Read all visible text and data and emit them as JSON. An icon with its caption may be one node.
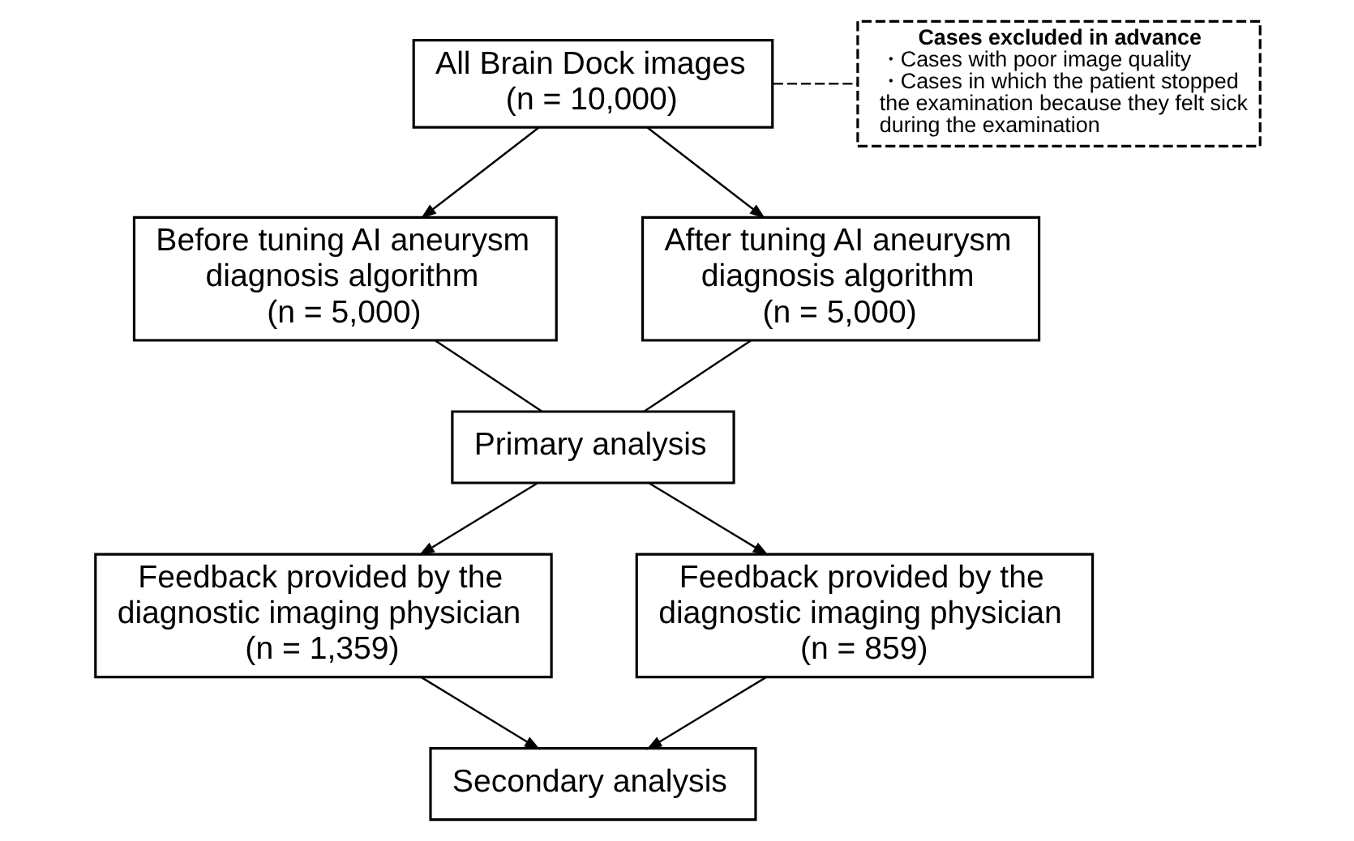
{
  "diagram": {
    "nodes": [
      {
        "text": [
          "All Brain Dock images",
          "(n = 10,000)"
        ]
      },
      {
        "text": [
          "Cases excluded in advance",
          "・Cases with poor image quality",
          "・Cases in which the patient stopped the examination because they felt sick during the examination"
        ]
      },
      {
        "text": [
          "Before tuning AI aneurysm diagnosis algorithm",
          "(n = 5,000)"
        ]
      },
      {
        "text": [
          "After tuning AI aneurysm diagnosis algorithm",
          "(n = 5,000)"
        ]
      },
      {
        "text": [
          "Primary analysis"
        ]
      },
      {
        "text": [
          "Feedback provided by the diagnostic imaging physician",
          "(n = 1,359)"
        ]
      },
      {
        "text": [
          "Feedback provided by the diagnostic imaging physician",
          "(n = 859)"
        ]
      },
      {
        "text": [
          "Secondary analysis"
        ]
      }
    ],
    "edges": [
      {
        "from": 0,
        "to": 1,
        "arrow": "none",
        "style": "dashed"
      },
      {
        "from": 0,
        "to": 2,
        "arrow": "to"
      },
      {
        "from": 0,
        "to": 3,
        "arrow": "to"
      },
      {
        "from": 2,
        "to": 4,
        "arrow": "none"
      },
      {
        "from": 3,
        "to": 4,
        "arrow": "none"
      },
      {
        "from": 4,
        "to": 5,
        "arrow": "to"
      },
      {
        "from": 4,
        "to": 6,
        "arrow": "to"
      },
      {
        "from": 5,
        "to": 7,
        "arrow": "to"
      },
      {
        "from": 6,
        "to": 7,
        "arrow": "to"
      }
    ]
  }
}
